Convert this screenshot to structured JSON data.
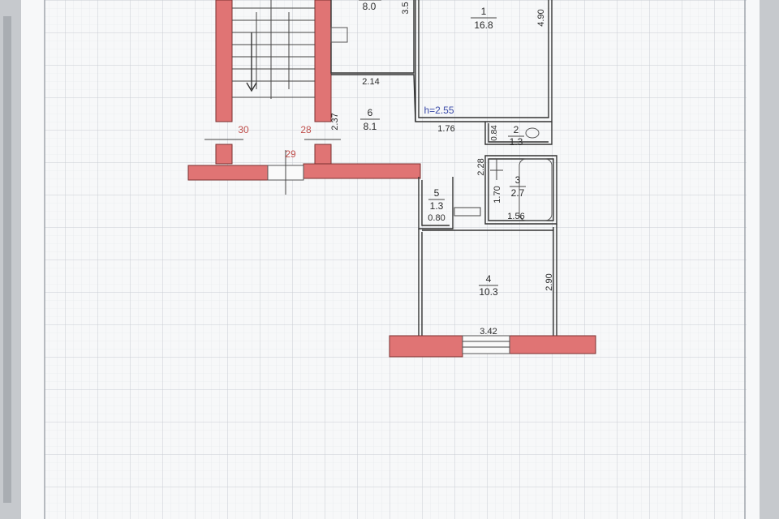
{
  "rooms": [
    {
      "id": "1",
      "area": "16.8"
    },
    {
      "id": "2",
      "area": "1.3"
    },
    {
      "id": "3",
      "area": "2.7"
    },
    {
      "id": "4",
      "area": "10.3"
    },
    {
      "id": "5",
      "area": "1.3"
    },
    {
      "id": "6",
      "area": "8.1"
    }
  ],
  "partial_room_area": "8.0",
  "dimensions": {
    "d490": "4.90",
    "d214": "2.14",
    "d237": "2.37",
    "d176": "1.76",
    "d084": "0.84",
    "d228": "2.28",
    "d170": "1.70",
    "d080": "0.80",
    "d156": "1.56",
    "d290": "2.90",
    "d342": "3.42",
    "d3x": "3.5"
  },
  "ceiling_height": "h=2.55",
  "stair_numbers": {
    "n30": "30",
    "n28": "28",
    "n29": "29"
  },
  "colors": {
    "wall": "#e07474",
    "paper": "#fafafa",
    "grid": "#c8cdd3"
  }
}
